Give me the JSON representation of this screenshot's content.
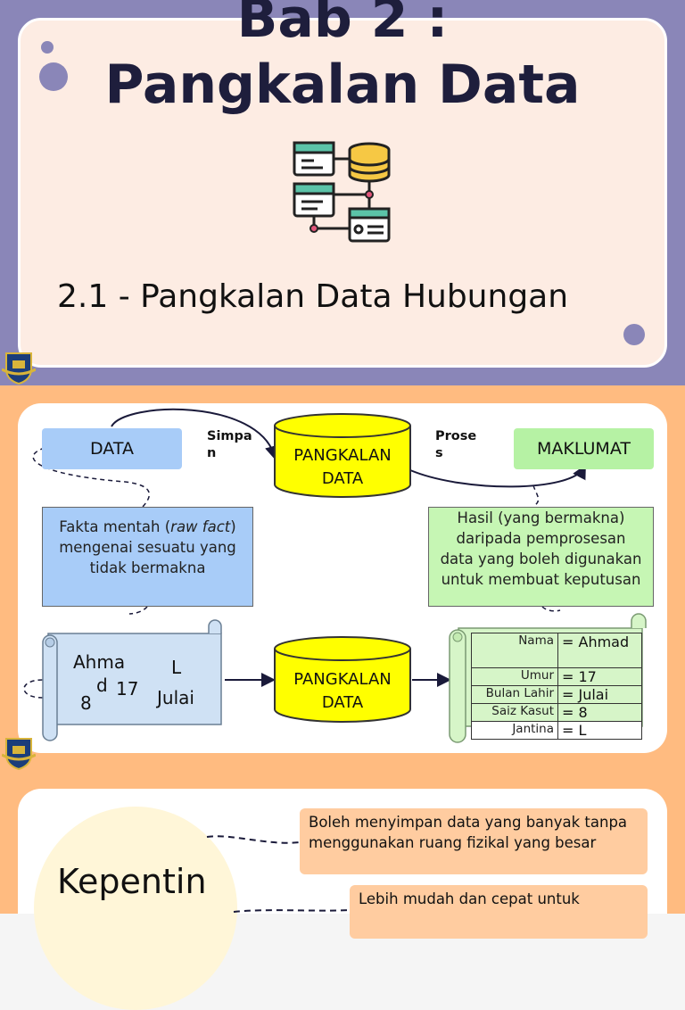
{
  "slide1": {
    "title_line1": "Bab 2 :",
    "title_line2": "Pangkalan Data",
    "subtitle": "2.1 - Pangkalan Data Hubungan"
  },
  "slide2": {
    "data_label": "DATA",
    "maklumat_label": "MAKLUMAT",
    "simpan_label_1": "Simpa",
    "simpan_label_2": "n",
    "proses_label_1": "Prose",
    "proses_label_2": "s",
    "db_line1": "PANGKALAN",
    "db_line2": "DATA",
    "fakta": {
      "pre": "Fakta mentah (",
      "raw": "raw",
      "fact": "fact",
      "post": ") mengenai sesuatu yang tidak bermakna"
    },
    "hasil": "Hasil (yang bermakna) daripada pemprosesan data yang boleh digunakan untuk membuat keputusan",
    "scroll_words": {
      "ahma": "Ahma",
      "d": "d",
      "l": "L",
      "n17": "17",
      "julai": "Julai",
      "n8": "8"
    },
    "table": [
      {
        "key": "Nama",
        "value": "=  Ahmad"
      },
      {
        "key": "Umur",
        "value": "=  17"
      },
      {
        "key": "Bulan Lahir",
        "value": "=  Julai"
      },
      {
        "key": "Saiz Kasut",
        "value": "=  8"
      },
      {
        "key": "Jantina",
        "value": "=  L"
      }
    ]
  },
  "slide3": {
    "heading": "Kepentin",
    "note1": "Boleh menyimpan data yang banyak tanpa menggunakan ruang fizikal yang besar",
    "note2": "Lebih mudah dan cepat untuk"
  },
  "colors": {
    "slide1_bg": "#8a86b8",
    "slide1_card": "#fdece3",
    "slide_bg_orange": "#ffbb80",
    "data_box": "#a8ccf8",
    "maklumat_box": "#b6f2a4",
    "cylinder": "#ffff00",
    "title_color": "#1e1e3c"
  }
}
